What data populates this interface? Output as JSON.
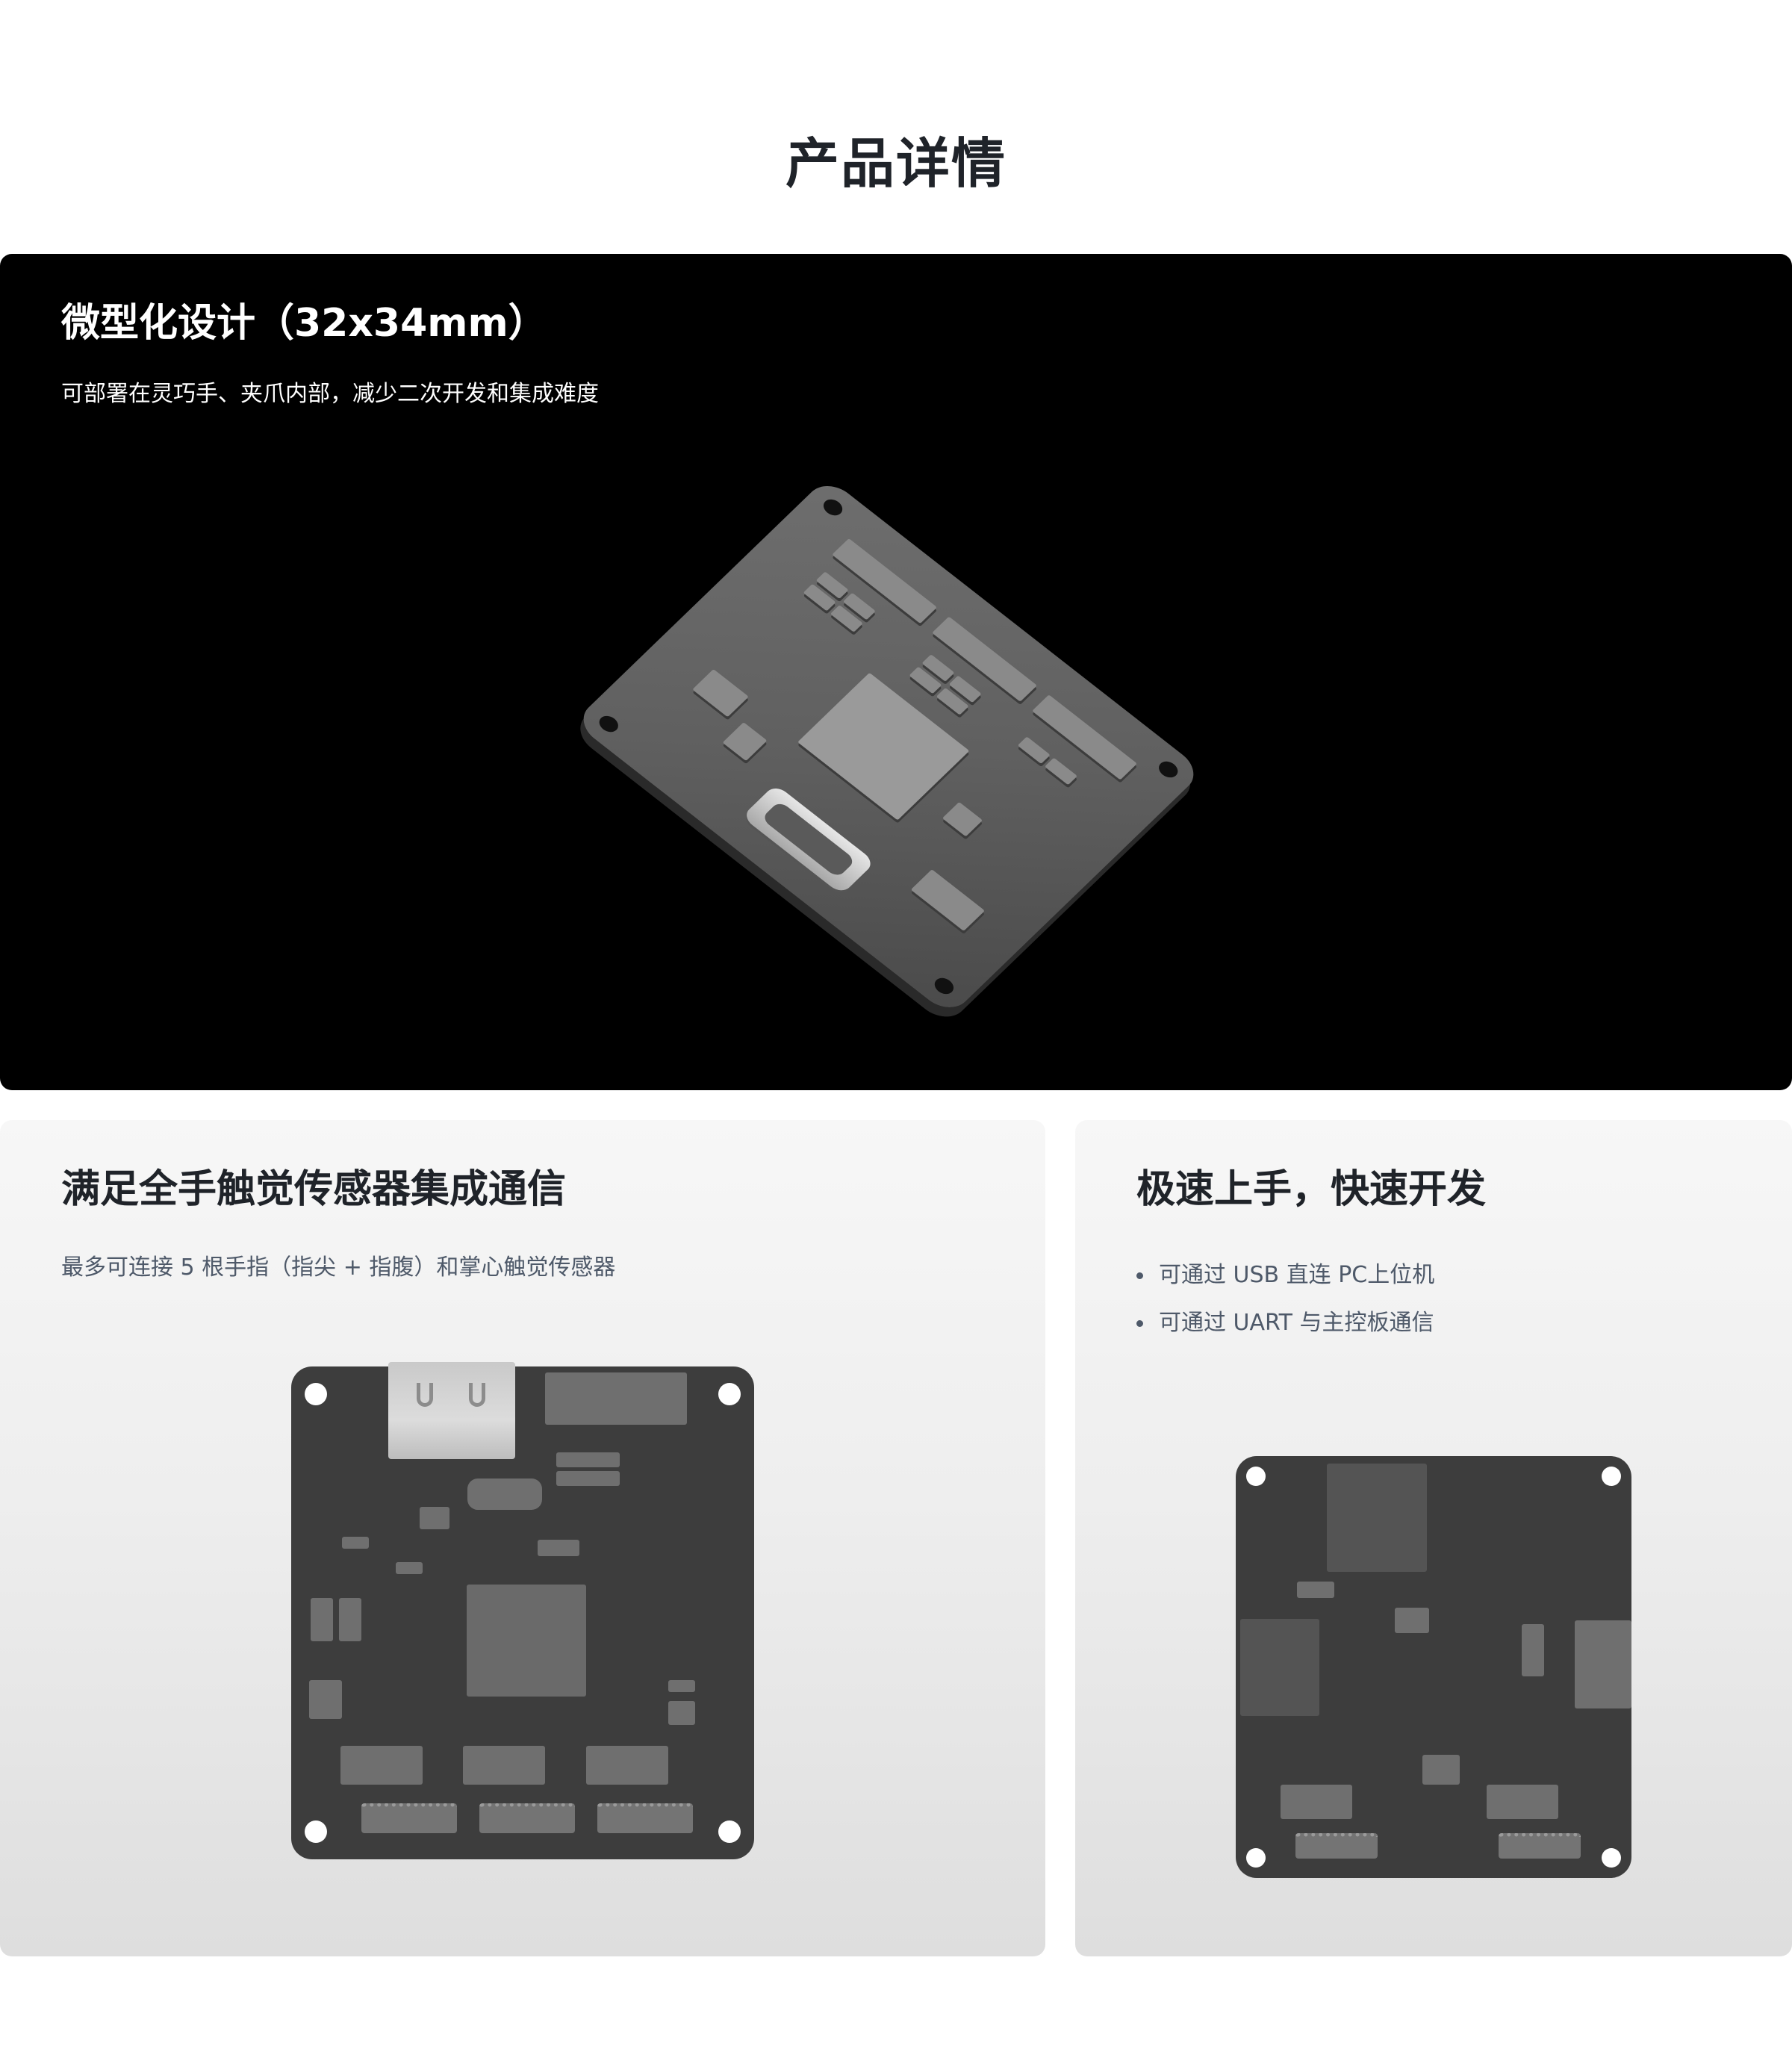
{
  "page": {
    "title": "产品详情"
  },
  "hero_card": {
    "title": "微型化设计（32x34mm）",
    "subtitle": "可部署在灵巧手、夹爪内部，减少二次开发和集成难度",
    "image": "pcb-board-isometric-render",
    "background_color": "#000000"
  },
  "left_card": {
    "title": "满足全手触觉传感器集成通信",
    "subtitle": "最多可连接 5 根手指（指尖 + 指腹）和掌心触觉传感器",
    "image": "pcb-board-top-view-render"
  },
  "right_card": {
    "title": "极速上手，快速开发",
    "bullets": [
      "可通过 USB 直连 PC上位机",
      "可通过 UART 与主控板通信"
    ],
    "image": "pcb-board-bottom-view-render"
  },
  "colors": {
    "title_text": "#1f2329",
    "body_text": "#4e5969",
    "card_gradient_top": "#f7f7f7",
    "card_gradient_bottom": "#dedede"
  }
}
